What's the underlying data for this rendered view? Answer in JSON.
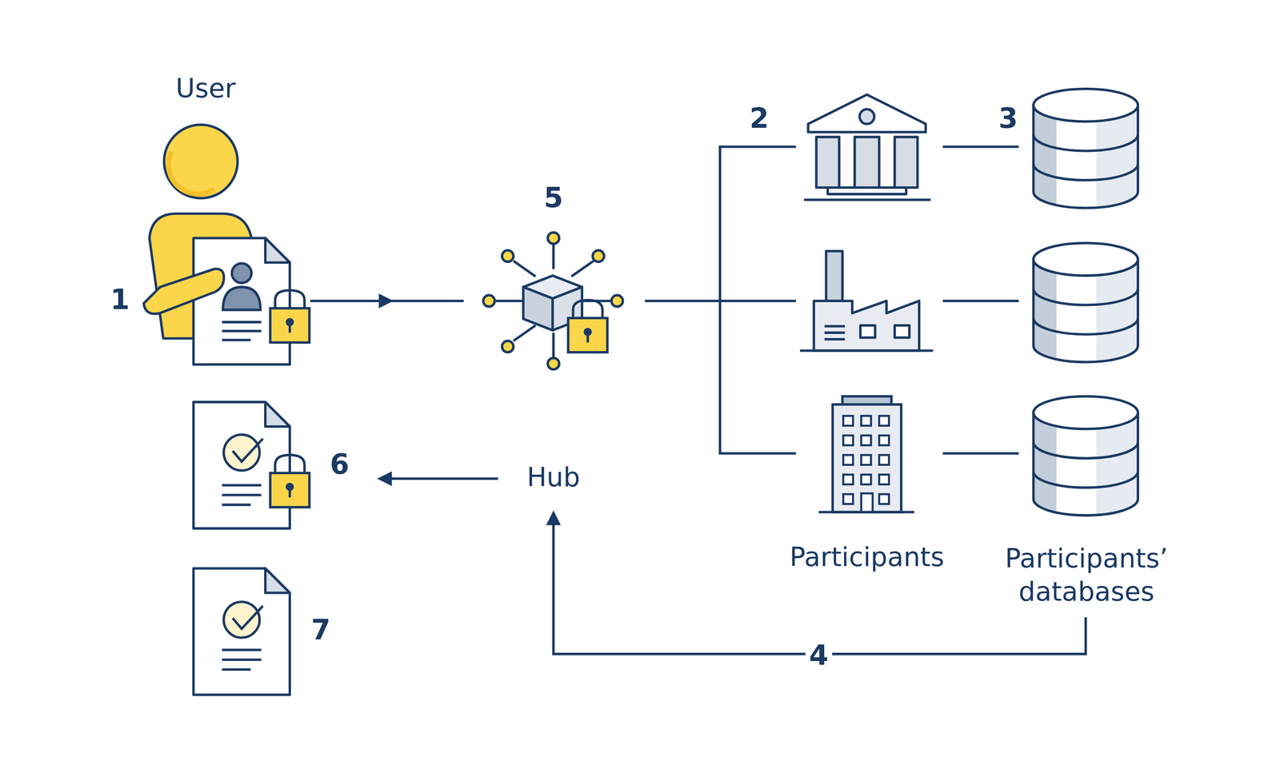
{
  "diagram": {
    "labels": [
      "User",
      "1",
      "2",
      "3",
      "4",
      "5",
      "6",
      "7",
      "Hub",
      "Participants",
      "Participants’ databases"
    ]
  }
}
